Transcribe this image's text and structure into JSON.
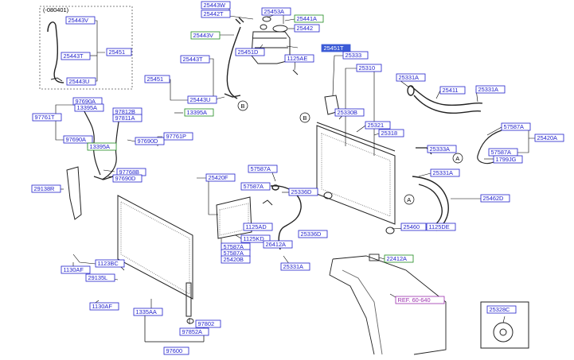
{
  "header_note": "(-080401)",
  "labels": [
    {
      "id": "l0",
      "text": "25443V",
      "kind": "blue"
    },
    {
      "id": "l1",
      "text": "25451",
      "kind": "blue"
    },
    {
      "id": "l2",
      "text": "25443T",
      "kind": "blue"
    },
    {
      "id": "l3",
      "text": "25443U",
      "kind": "blue"
    },
    {
      "id": "l4",
      "text": "25443W",
      "kind": "blue"
    },
    {
      "id": "l5",
      "text": "25442T",
      "kind": "blue"
    },
    {
      "id": "l6",
      "text": "25453A",
      "kind": "blue"
    },
    {
      "id": "l7",
      "text": "25441A",
      "kind": "green"
    },
    {
      "id": "l8",
      "text": "25442",
      "kind": "blue"
    },
    {
      "id": "l9",
      "text": "25443V",
      "kind": "green"
    },
    {
      "id": "l10",
      "text": "25451D",
      "kind": "blue"
    },
    {
      "id": "l11",
      "text": "25451T",
      "kind": "selected"
    },
    {
      "id": "l12",
      "text": "1125AE",
      "kind": "blue"
    },
    {
      "id": "l13",
      "text": "25443T",
      "kind": "blue"
    },
    {
      "id": "l14",
      "text": "25451",
      "kind": "blue"
    },
    {
      "id": "l15",
      "text": "25443U",
      "kind": "blue"
    },
    {
      "id": "l16",
      "text": "25333",
      "kind": "blue"
    },
    {
      "id": "l17",
      "text": "25310",
      "kind": "blue"
    },
    {
      "id": "l18",
      "text": "25331A",
      "kind": "blue"
    },
    {
      "id": "l19",
      "text": "25411",
      "kind": "blue"
    },
    {
      "id": "l20",
      "text": "25331A",
      "kind": "blue"
    },
    {
      "id": "l21",
      "text": "97690A",
      "kind": "blue"
    },
    {
      "id": "l22",
      "text": "13395A",
      "kind": "blue"
    },
    {
      "id": "l23",
      "text": "97761T",
      "kind": "blue"
    },
    {
      "id": "l24",
      "text": "97812B",
      "kind": "blue"
    },
    {
      "id": "l25",
      "text": "97811A",
      "kind": "blue"
    },
    {
      "id": "l26",
      "text": "97690A",
      "kind": "blue"
    },
    {
      "id": "l27",
      "text": "13395A",
      "kind": "green"
    },
    {
      "id": "l28",
      "text": "13395A",
      "kind": "green"
    },
    {
      "id": "l29",
      "text": "97690D",
      "kind": "blue"
    },
    {
      "id": "l30",
      "text": "97761P",
      "kind": "blue"
    },
    {
      "id": "l31",
      "text": "25330B",
      "kind": "blue"
    },
    {
      "id": "l32",
      "text": "25321",
      "kind": "blue"
    },
    {
      "id": "l33",
      "text": "25318",
      "kind": "blue"
    },
    {
      "id": "l34",
      "text": "57587A",
      "kind": "blue"
    },
    {
      "id": "l35",
      "text": "25420A",
      "kind": "blue"
    },
    {
      "id": "l36",
      "text": "25333A",
      "kind": "blue"
    },
    {
      "id": "l37",
      "text": "57587A",
      "kind": "blue"
    },
    {
      "id": "l38",
      "text": "1799JG",
      "kind": "blue"
    },
    {
      "id": "l39",
      "text": "97768B",
      "kind": "blue"
    },
    {
      "id": "l40",
      "text": "97690D",
      "kind": "blue"
    },
    {
      "id": "l41",
      "text": "25420F",
      "kind": "blue"
    },
    {
      "id": "l42",
      "text": "57587A",
      "kind": "blue"
    },
    {
      "id": "l43",
      "text": "57587A",
      "kind": "blue"
    },
    {
      "id": "l44",
      "text": "25336D",
      "kind": "blue"
    },
    {
      "id": "l45",
      "text": "25331A",
      "kind": "blue"
    },
    {
      "id": "l46",
      "text": "29138R",
      "kind": "blue"
    },
    {
      "id": "l47",
      "text": "25462D",
      "kind": "blue"
    },
    {
      "id": "l48",
      "text": "25460",
      "kind": "blue"
    },
    {
      "id": "l49",
      "text": "1125DE",
      "kind": "blue"
    },
    {
      "id": "l50",
      "text": "1125AD",
      "kind": "blue"
    },
    {
      "id": "l51",
      "text": "1125KD",
      "kind": "blue"
    },
    {
      "id": "l52",
      "text": "57587A",
      "kind": "blue"
    },
    {
      "id": "l53",
      "text": "57587A",
      "kind": "blue"
    },
    {
      "id": "l54",
      "text": "25420B",
      "kind": "blue"
    },
    {
      "id": "l55",
      "text": "26412A",
      "kind": "blue"
    },
    {
      "id": "l56",
      "text": "25336D",
      "kind": "blue"
    },
    {
      "id": "l57",
      "text": "25331A",
      "kind": "blue"
    },
    {
      "id": "l58",
      "text": "22412A",
      "kind": "green"
    },
    {
      "id": "l59",
      "text": "1123BC",
      "kind": "blue"
    },
    {
      "id": "l60",
      "text": "1130AF",
      "kind": "blue"
    },
    {
      "id": "l61",
      "text": "29135L",
      "kind": "blue"
    },
    {
      "id": "l62",
      "text": "1130AF",
      "kind": "blue"
    },
    {
      "id": "l63",
      "text": "1335AA",
      "kind": "blue"
    },
    {
      "id": "l64",
      "text": "97802",
      "kind": "blue"
    },
    {
      "id": "l65",
      "text": "97852A",
      "kind": "blue"
    },
    {
      "id": "l66",
      "text": "97600",
      "kind": "blue"
    },
    {
      "id": "l67",
      "text": "REF. 60-640",
      "kind": "ref"
    },
    {
      "id": "l68",
      "text": "25328C",
      "kind": "blue"
    }
  ],
  "callouts": [
    {
      "id": "cB1",
      "text": "B"
    },
    {
      "id": "cB2",
      "text": "B"
    },
    {
      "id": "cA1",
      "text": "A"
    },
    {
      "id": "cA2",
      "text": "A"
    }
  ],
  "colors": {
    "blue_label": "#2222cc",
    "green_label": "#1f8a1f",
    "selected_fill": "#3b5bd6",
    "ref_label": "#9b2fae",
    "line": "#000000"
  }
}
